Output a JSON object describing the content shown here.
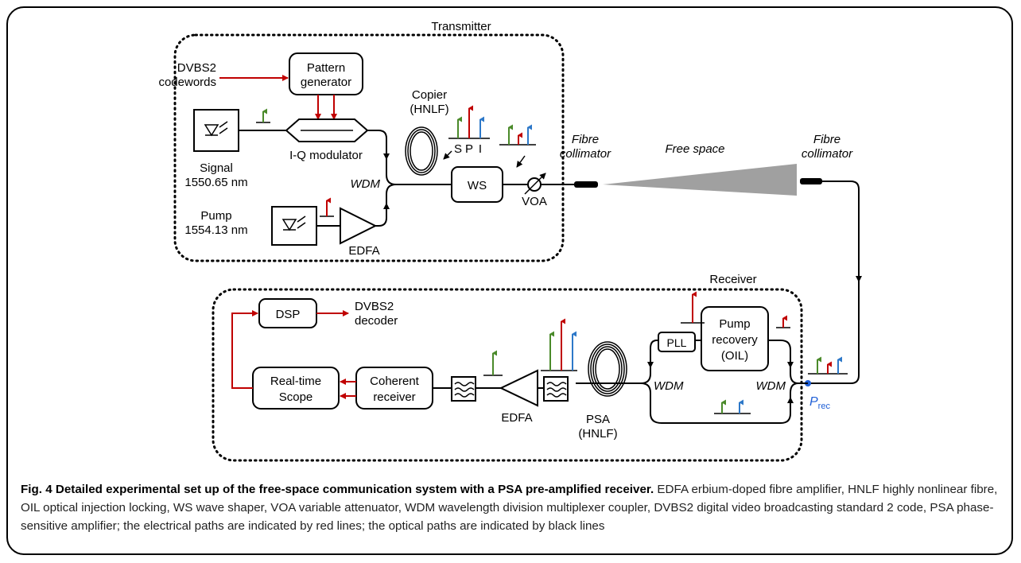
{
  "diagram": {
    "transmitter_label": "Transmitter",
    "receiver_label": "Receiver",
    "input_label": [
      "DVBS2",
      "codewords"
    ],
    "pattern_generator": [
      "Pattern",
      "generator"
    ],
    "iq_modulator": "I-Q modulator",
    "signal_label": [
      "Signal",
      "1550.65 nm"
    ],
    "pump_label": [
      "Pump",
      "1554.13 nm"
    ],
    "edfa": "EDFA",
    "wdm": "WDM",
    "copier": [
      "Copier",
      "(HNLF)"
    ],
    "spi": [
      "S",
      "P",
      "I"
    ],
    "ws": "WS",
    "voa": "VOA",
    "fibre_collimator": [
      "Fibre",
      "collimator"
    ],
    "free_space": "Free space",
    "dsp": "DSP",
    "decoder": [
      "DVBS2",
      "decoder"
    ],
    "scope": [
      "Real-time",
      "Scope"
    ],
    "coherent_receiver": [
      "Coherent",
      "receiver"
    ],
    "psa": [
      "PSA",
      "(HNLF)"
    ],
    "pll": "PLL",
    "pump_recovery": [
      "Pump",
      "recovery",
      "(OIL)"
    ],
    "prec_main": "P",
    "prec_sub": "rec",
    "colors": {
      "electrical": "#c00000",
      "signal": "#4a8a2a",
      "pump": "#c00000",
      "idler": "#2d78c8",
      "prec": "#1f5fd6",
      "beam": "#a0a0a0"
    }
  },
  "caption": {
    "title": "Fig. 4 Detailed experimental set up of the free-space communication system with a PSA pre-amplified receiver.",
    "body": " EDFA erbium-doped fibre amplifier, HNLF highly nonlinear fibre, OIL optical injection locking, WS wave shaper, VOA variable attenuator, WDM wavelength division multiplexer coupler, DVBS2 digital video broadcasting standard 2 code, PSA phase-sensitive amplifier; the electrical paths are indicated by red lines; the optical paths are indicated by black lines"
  }
}
